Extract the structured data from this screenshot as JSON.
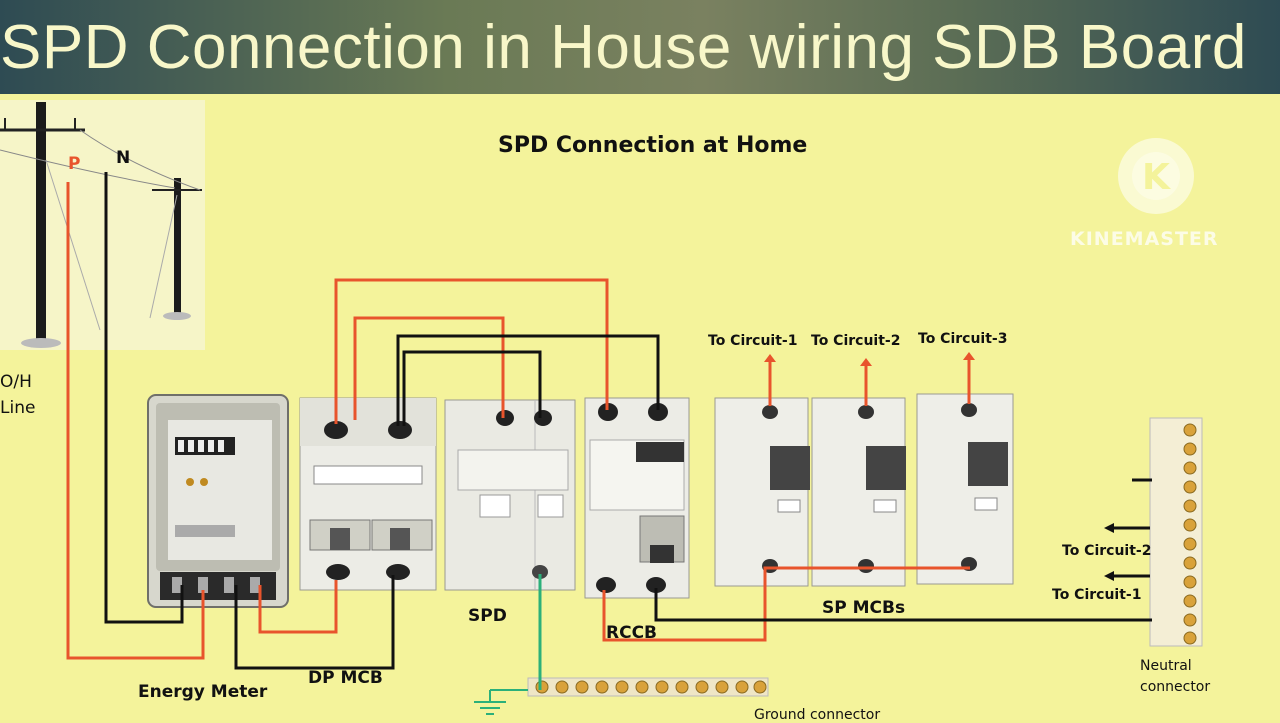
{
  "banner": {
    "title": "SPD Connection in House wiring SDB Board"
  },
  "diagram": {
    "title": "SPD Connection at Home",
    "pole_labels": {
      "phase": "P",
      "neutral": "N",
      "overhead_line_1": "O/H",
      "overhead_line_2": "Line"
    },
    "components": {
      "energy_meter": "Energy Meter",
      "dp_mcb": "DP MCB",
      "spd": "SPD",
      "rccb": "RCCB",
      "sp_mcbs": "SP MCBs",
      "neutral_connector_1": "Neutral",
      "neutral_connector_2": "connector",
      "ground_connector": "Ground connector"
    },
    "circuits_top": [
      "To Circuit-1",
      "To Circuit-2",
      "To Circuit-3"
    ],
    "circuits_right": [
      "To Circuit-2",
      "To Circuit-1"
    ]
  },
  "watermark": {
    "text": "KINEMASTER",
    "logo_letter": "K"
  },
  "colors": {
    "background": "#f4f39b",
    "phase_wire": "#e8542c",
    "neutral_wire": "#111111",
    "earth_wire": "#2bb07a",
    "banner_text": "#f8f7c9"
  }
}
